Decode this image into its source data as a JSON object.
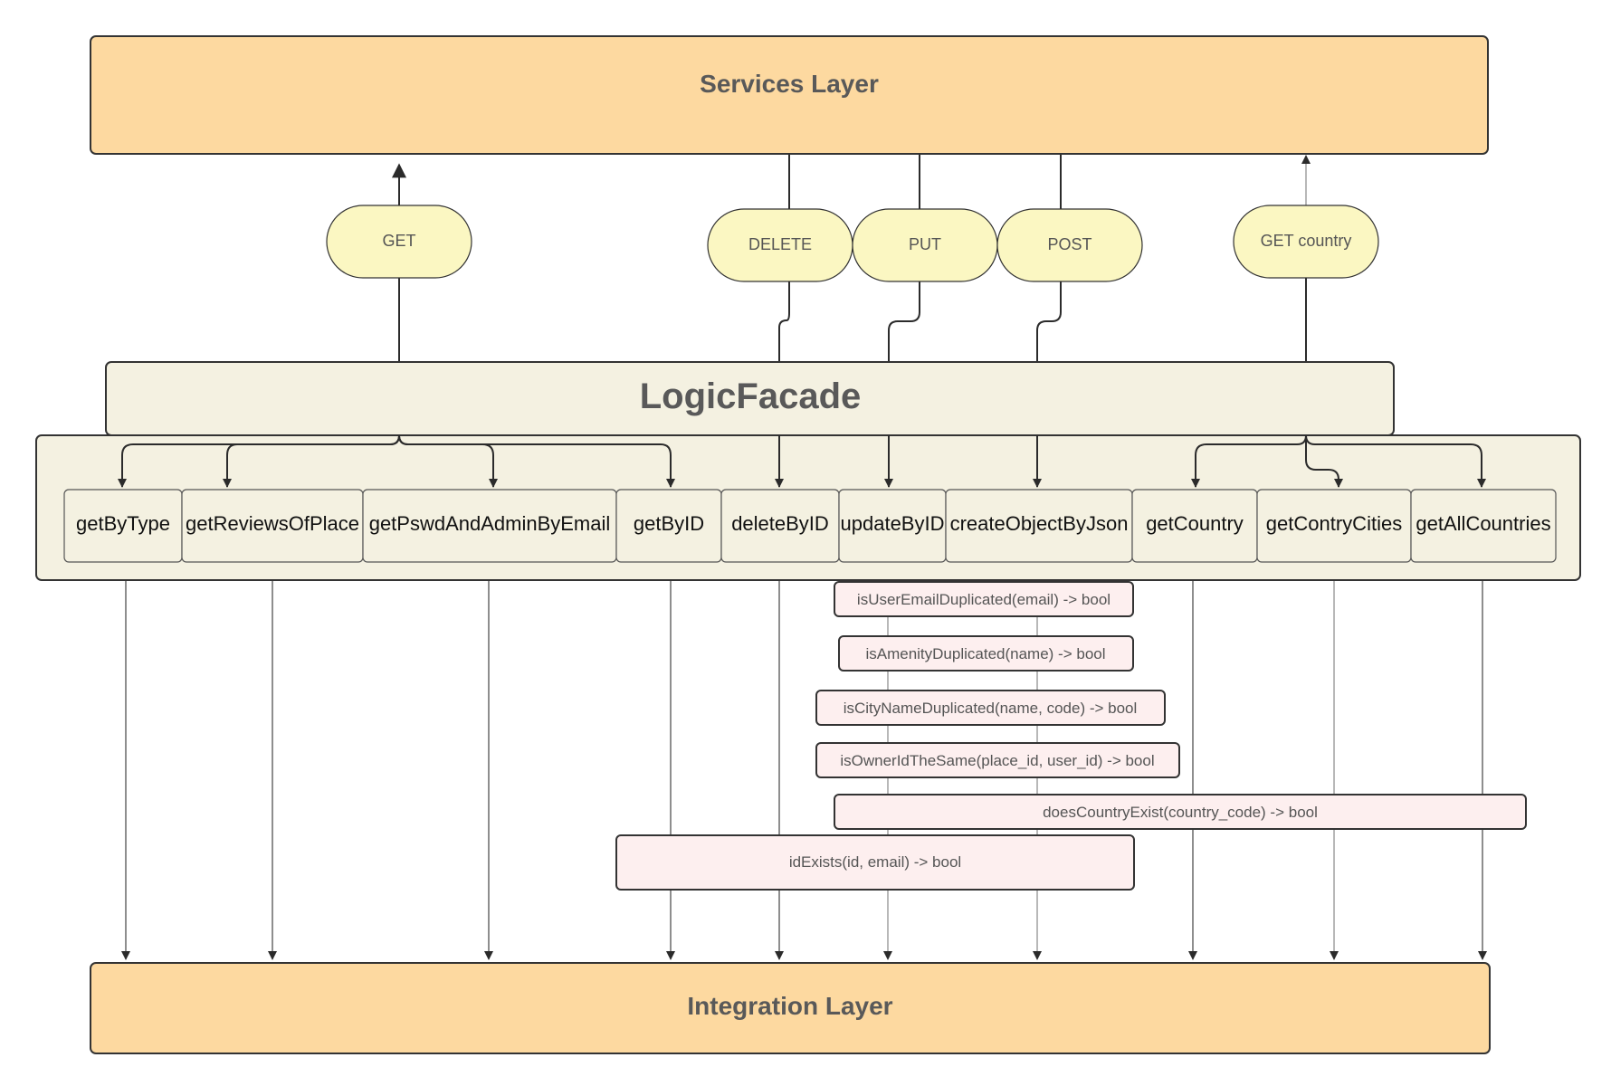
{
  "layers": {
    "services": "Services Layer",
    "facade": "LogicFacade",
    "integration": "Integration Layer"
  },
  "http_methods": [
    "GET",
    "DELETE",
    "PUT",
    "POST",
    "GET country"
  ],
  "facade_methods": [
    "getByType",
    "getReviewsOfPlace",
    "getPswdAndAdminByEmail",
    "getByID",
    "deleteByID",
    "updateByID",
    "createObjectByJson",
    "getCountry",
    "getContryCities",
    "getAllCountries"
  ],
  "validators": [
    "isUserEmailDuplicated(email) -> bool",
    "isAmenityDuplicated(name) -> bool",
    "isCityNameDuplicated(name, code) -> bool",
    "isOwnerIdTheSame(place_id, user_id) -> bool",
    "doesCountryExist(country_code) -> bool",
    "idExists(id, email) -> bool"
  ],
  "colors": {
    "layer_fill": "#fdd9a0",
    "facade_fill": "#f4f1e1",
    "pill_fill": "#fbf7c2",
    "validator_fill": "#fdefef",
    "stroke": "#333333"
  }
}
